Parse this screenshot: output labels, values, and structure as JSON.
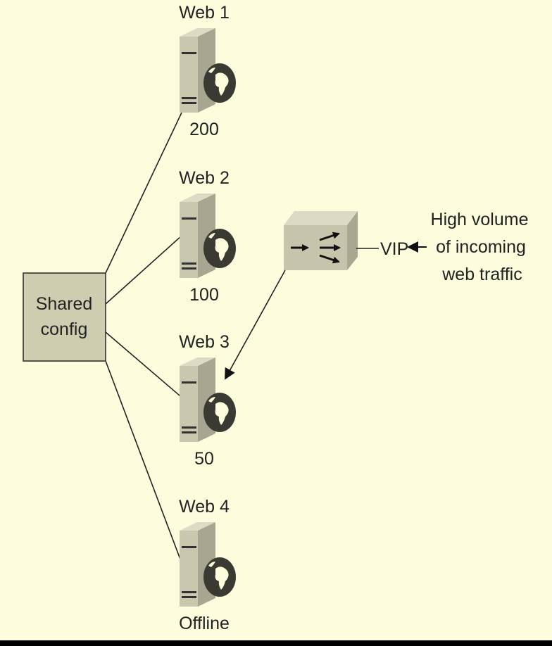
{
  "servers": [
    {
      "name": "Web 1",
      "weight": "200"
    },
    {
      "name": "Web 2",
      "weight": "100"
    },
    {
      "name": "Web 3",
      "weight": "50"
    },
    {
      "name": "Web 4",
      "weight": "Offline"
    }
  ],
  "shared_config": {
    "line1": "Shared",
    "line2": "config"
  },
  "vip_label": "VIP",
  "traffic": {
    "line1": "High volume",
    "line2": "of incoming",
    "line3": "web traffic"
  },
  "colors": {
    "background": "#fdfcdc",
    "box": "#cfcdb0",
    "server": "#c9c7ae",
    "line": "#222222"
  }
}
